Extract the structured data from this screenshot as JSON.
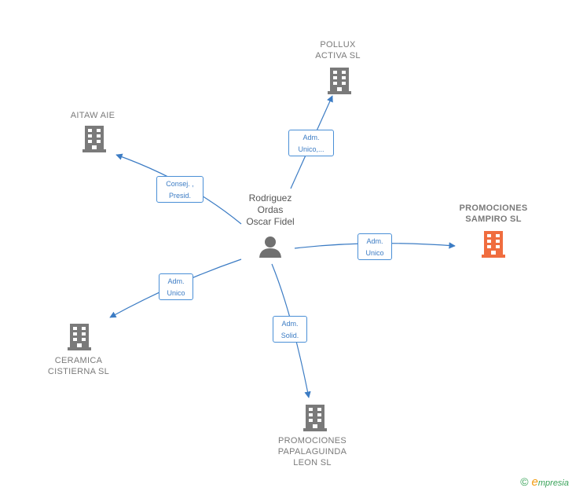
{
  "person": {
    "name": "Rodriguez\nOrdas\nOscar Fidel"
  },
  "companies": {
    "pollux": "POLLUX\nACTIVA  SL",
    "aitaw": "AITAW  AIE",
    "promociones_sampiro": "PROMOCIONES\nSAMPIRO  SL",
    "ceramica": "CERAMICA\nCISTIERNA SL",
    "papalaguinda": "PROMOCIONES\nPAPALAGUINDA\nLEON  SL"
  },
  "relations": {
    "pollux": "Adm.\nUnico,...",
    "aitaw": "Consej. ,\nPresid.",
    "promociones_sampiro": "Adm.\nUnico",
    "ceramica": "Adm.\nUnico",
    "papalaguinda": "Adm.\nSolid."
  },
  "colors": {
    "edge": "#3c7cc4",
    "company_icon": "#7a7a7a",
    "highlight_icon": "#f06d3f",
    "person_icon": "#707070"
  },
  "footer": {
    "copyright_symbol": "©",
    "brand_e": "e",
    "brand_rest": "mpresia"
  }
}
